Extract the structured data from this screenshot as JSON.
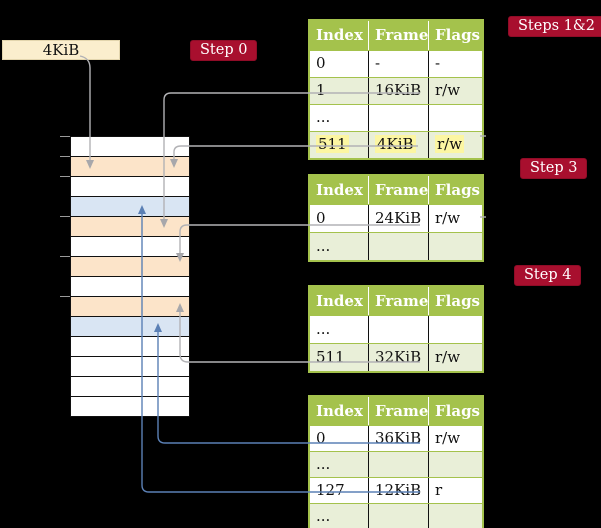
{
  "labels": {
    "page_size_box": "4KiB",
    "steps": [
      "Step 0",
      "Steps 1&2",
      "Step 3",
      "Step 4"
    ]
  },
  "colors": {
    "background": "#000000",
    "table_header_green": "#a4c24c",
    "table_row_shaded_green": "#e9efd8",
    "memory_page_table_orange": "#fce4c9",
    "memory_data_page_blue": "#d9e5f3",
    "step_badge_red": "#a80f2e",
    "page_size_box_cream": "#fbeecd",
    "cell_highlight_yellow": "#fcf6a2",
    "arrow_gray": "#b2b2b5",
    "arrow_blue": "#5b80b5"
  },
  "memory_column": {
    "rows": [
      "plain",
      "page-table",
      "plain",
      "data-page",
      "page-table",
      "plain",
      "page-table",
      "plain",
      "page-table",
      "data-page",
      "plain",
      "plain",
      "plain",
      "plain"
    ],
    "tick_ys": [
      136,
      156,
      176,
      216,
      256,
      296
    ]
  },
  "tables": [
    {
      "name": "page-table-level-0",
      "headers": [
        "Index",
        "Frame",
        "Flags"
      ],
      "rows": [
        {
          "cells": [
            "0",
            "-",
            "-"
          ]
        },
        {
          "cells": [
            "1",
            "16KiB",
            "r/w"
          ]
        },
        {
          "cells": [
            "...",
            "",
            ""
          ]
        },
        {
          "cells": [
            "511",
            "4KiB",
            "r/w"
          ],
          "highlighted": true
        }
      ]
    },
    {
      "name": "page-table-level-1",
      "headers": [
        "Index",
        "Frame",
        "Flags"
      ],
      "rows": [
        {
          "cells": [
            "0",
            "24KiB",
            "r/w"
          ]
        },
        {
          "cells": [
            "...",
            "",
            ""
          ]
        }
      ]
    },
    {
      "name": "page-table-level-2",
      "headers": [
        "Index",
        "Frame",
        "Flags"
      ],
      "rows": [
        {
          "cells": [
            "...",
            "",
            ""
          ]
        },
        {
          "cells": [
            "511",
            "32KiB",
            "r/w"
          ]
        }
      ]
    },
    {
      "name": "page-table-level-3",
      "headers": [
        "Index",
        "Frame",
        "Flags"
      ],
      "rows": [
        {
          "cells": [
            "0",
            "36KiB",
            "r/w"
          ]
        },
        {
          "cells": [
            "...",
            "",
            ""
          ]
        },
        {
          "cells": [
            "127",
            "12KiB",
            "r"
          ]
        },
        {
          "cells": [
            "...",
            "",
            ""
          ]
        }
      ]
    }
  ]
}
